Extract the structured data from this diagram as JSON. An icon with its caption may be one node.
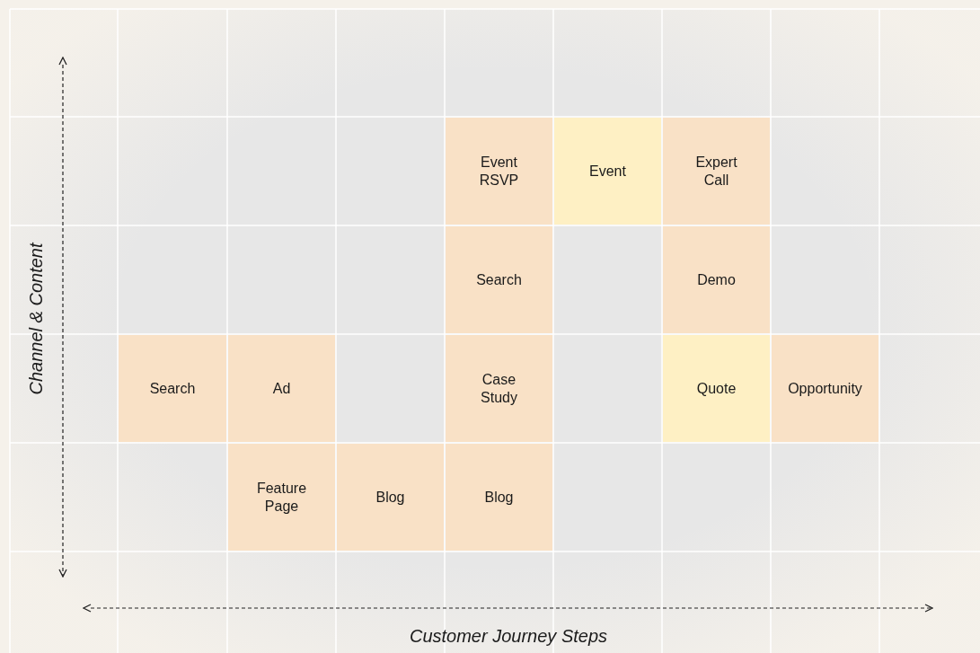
{
  "diagram": {
    "nodes": [
      {
        "text": [
          "Event RSVP"
        ]
      },
      {
        "text": [
          "Event"
        ]
      },
      {
        "text": [
          "Expert Call"
        ]
      },
      {
        "text": [
          "Search"
        ]
      },
      {
        "text": [
          "Demo"
        ]
      },
      {
        "text": [
          "Search"
        ]
      },
      {
        "text": [
          "Ad"
        ]
      },
      {
        "text": [
          "Case Study"
        ]
      },
      {
        "text": [
          "Quote"
        ]
      },
      {
        "text": [
          "Opportunity"
        ]
      },
      {
        "text": [
          "Feature Page"
        ]
      },
      {
        "text": [
          "Blog"
        ]
      },
      {
        "text": [
          "Blog"
        ]
      }
    ],
    "labels": [
      "Channel & Content",
      "Customer Journey Steps"
    ]
  }
}
